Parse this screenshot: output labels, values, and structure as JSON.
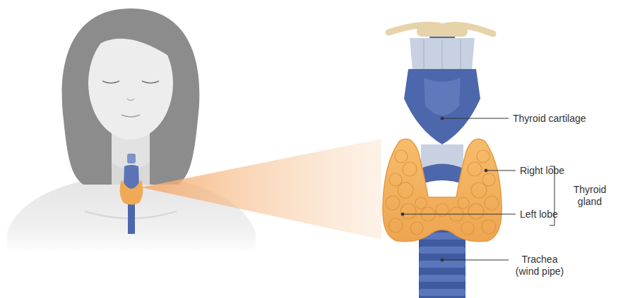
{
  "diagram": {
    "labels": [
      "Thyroid cartilage",
      "Right lobe",
      "Left lobe",
      "Thyroid gland",
      "Trachea (wind pipe)"
    ]
  }
}
